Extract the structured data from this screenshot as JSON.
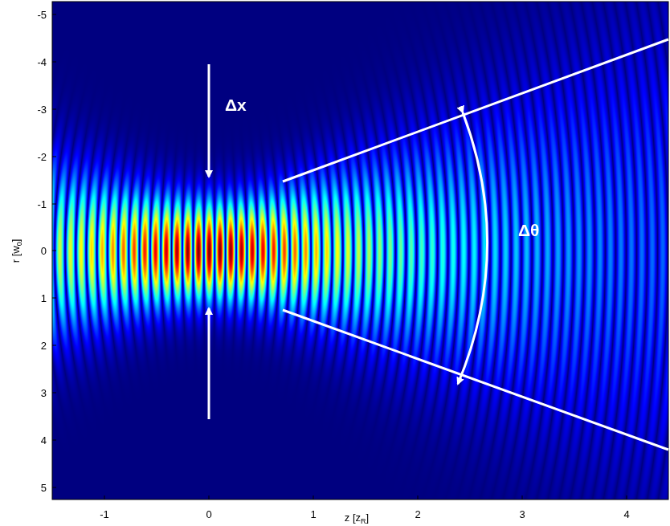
{
  "diagram": {
    "labels": [
      "Δx",
      "Δθ",
      "-5",
      "-4",
      "-3",
      "-2",
      "-1",
      "0",
      "1",
      "2",
      "3",
      "4",
      "5",
      "-1",
      "0",
      "1",
      "2",
      "3",
      "4",
      "r [w",
      "0",
      "]",
      "z [z",
      "R",
      "]"
    ]
  }
}
